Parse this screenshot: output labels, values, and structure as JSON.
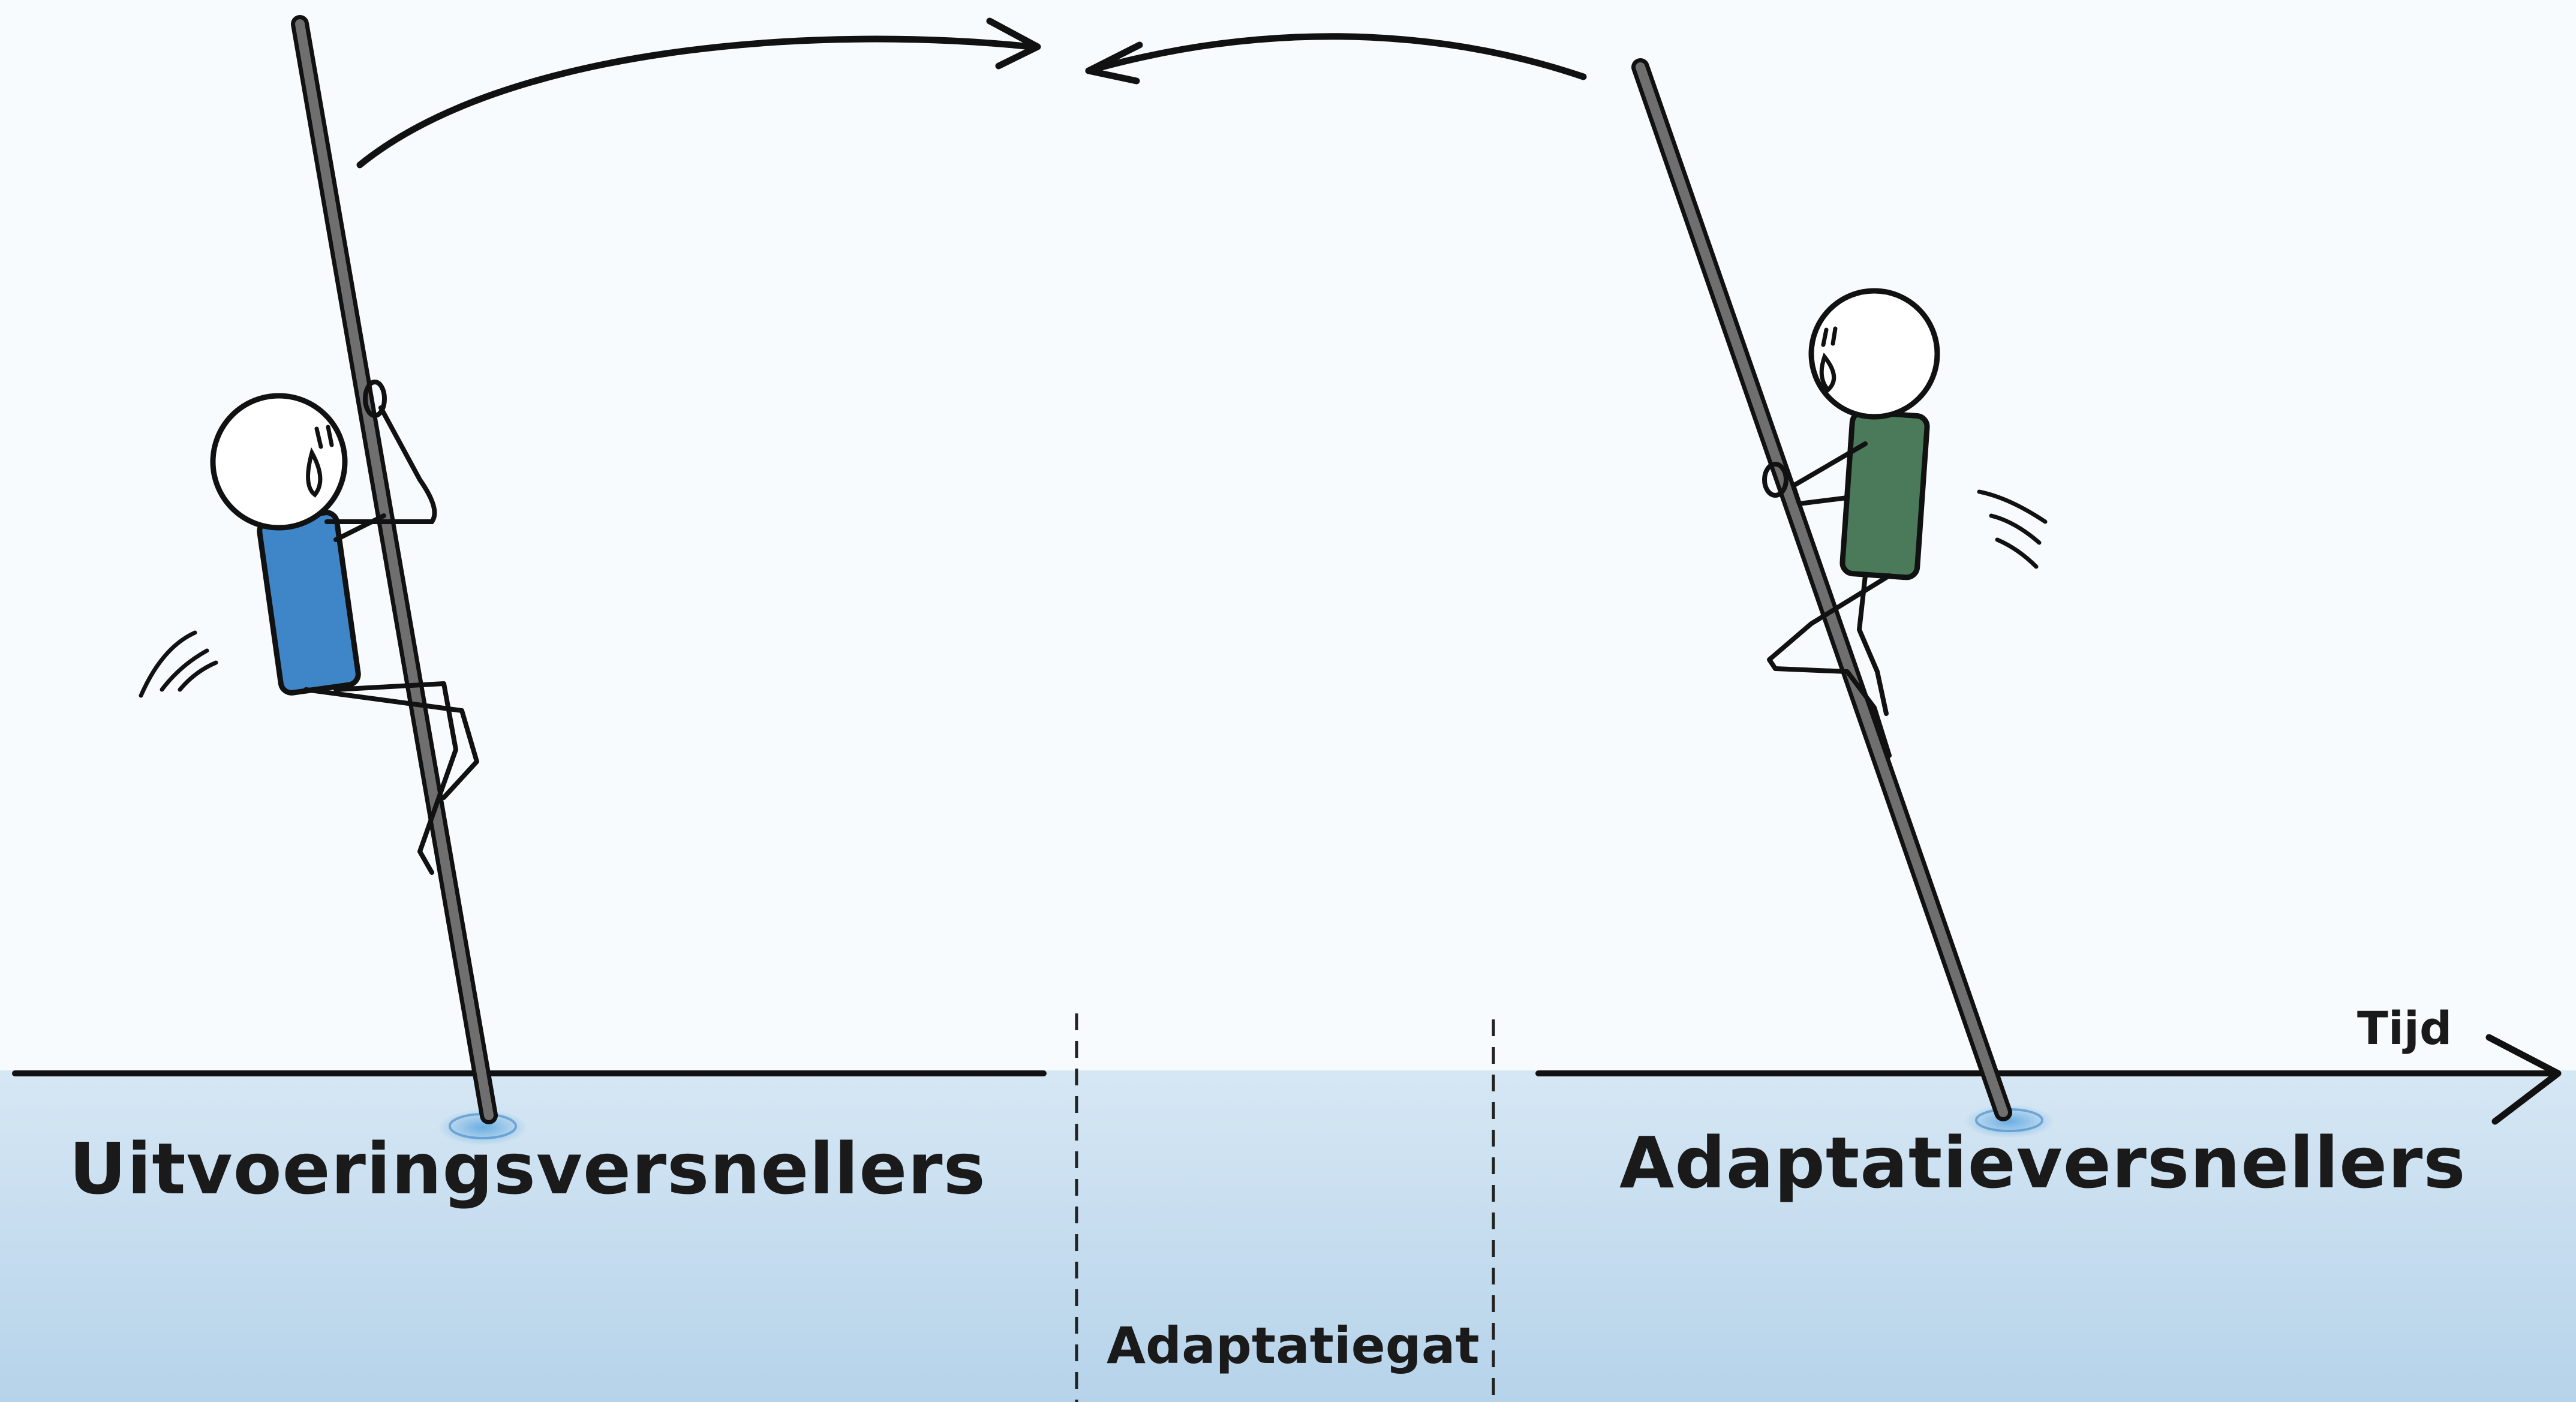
{
  "diagram": {
    "labels": {
      "left_group": "Uitvoeringsversnellers",
      "right_group": "Adaptatieversnellers",
      "gap": "Adaptatiegat",
      "time_axis": "Tijd"
    },
    "figures": [
      {
        "id": "left-vaulter",
        "shirt_color": "#3f86c8"
      },
      {
        "id": "right-vaulter",
        "shirt_color": "#4a7a5a"
      }
    ],
    "colors": {
      "water": "#c6ddef",
      "water_deep": "#b3d2ea",
      "background": "#f8fbfd",
      "line": "#111111",
      "pole": "#6f6f6f"
    }
  }
}
